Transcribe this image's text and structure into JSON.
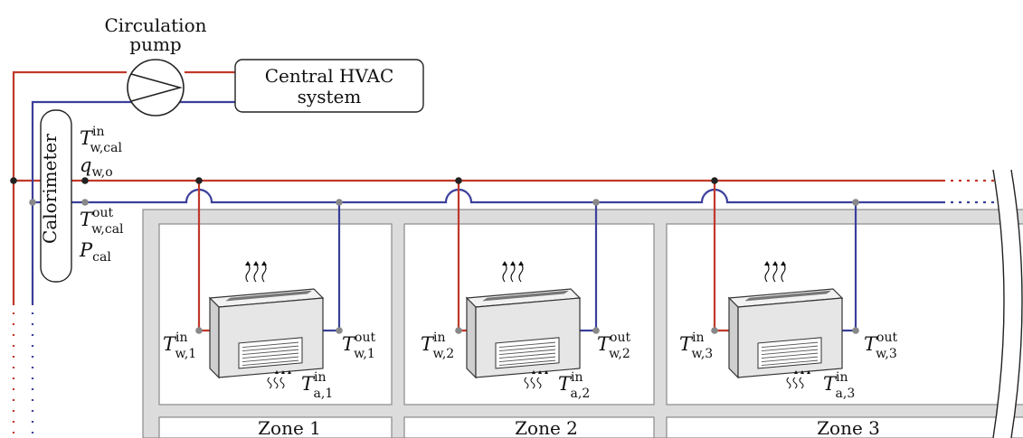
{
  "labels": {
    "pump_line1": "Circulation",
    "pump_line2": "pump",
    "hvac_line1": "Central HVAC",
    "hvac_line2": "system",
    "calorimeter": "Calorimeter"
  },
  "signals": {
    "t_in_cal": {
      "sym": "T",
      "sup": "in",
      "sub": "w,cal"
    },
    "q_wo": {
      "sym": "q",
      "sub": "w,o"
    },
    "t_out_cal": {
      "sym": "T",
      "sup": "out",
      "sub": "w,cal"
    },
    "p_cal": {
      "sym": "P",
      "sub": "cal"
    }
  },
  "zones": [
    {
      "name": "Zone 1",
      "t_in": {
        "sym": "T",
        "sup": "in",
        "sub": "w,1"
      },
      "t_out": {
        "sym": "T",
        "sup": "out",
        "sub": "w,1"
      },
      "t_air": {
        "sym": "T",
        "sup": "in",
        "sub": "a,1"
      }
    },
    {
      "name": "Zone 2",
      "t_in": {
        "sym": "T",
        "sup": "in",
        "sub": "w,2"
      },
      "t_out": {
        "sym": "T",
        "sup": "out",
        "sub": "w,2"
      },
      "t_air": {
        "sym": "T",
        "sup": "in",
        "sub": "a,2"
      }
    },
    {
      "name": "Zone 3",
      "t_in": {
        "sym": "T",
        "sup": "in",
        "sub": "w,3"
      },
      "t_out": {
        "sym": "T",
        "sup": "out",
        "sub": "w,3"
      },
      "t_air": {
        "sym": "T",
        "sup": "in",
        "sub": "a,3"
      }
    }
  ],
  "colors": {
    "supply": "#c0392b",
    "return": "#3b3f9a",
    "wall": "#dcdcdc"
  }
}
